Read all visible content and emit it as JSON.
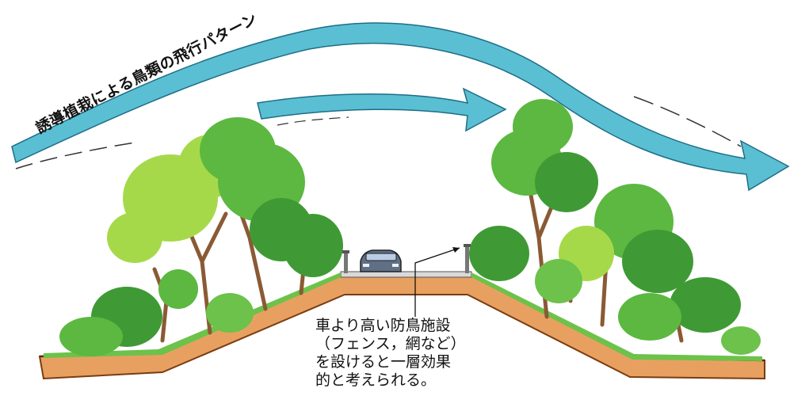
{
  "diagram": {
    "flight_pattern_label": "誘導植栽による鳥類の飛行パターン",
    "note_lines": [
      "車より高い防鳥施設",
      "（フェンス，網など）",
      "を設けると一層効果",
      "的と考えられる。"
    ],
    "colors": {
      "arrow": "#5bbfd3",
      "arrow_edge": "#1d6e86",
      "soil": "#e8a060",
      "soil_edge": "#7a3c10",
      "grass": "#6cc24a",
      "tree_dark": "#3f9a35",
      "tree_mid": "#5cb840",
      "tree_light": "#a6d94a",
      "trunk": "#8a5a35"
    }
  }
}
